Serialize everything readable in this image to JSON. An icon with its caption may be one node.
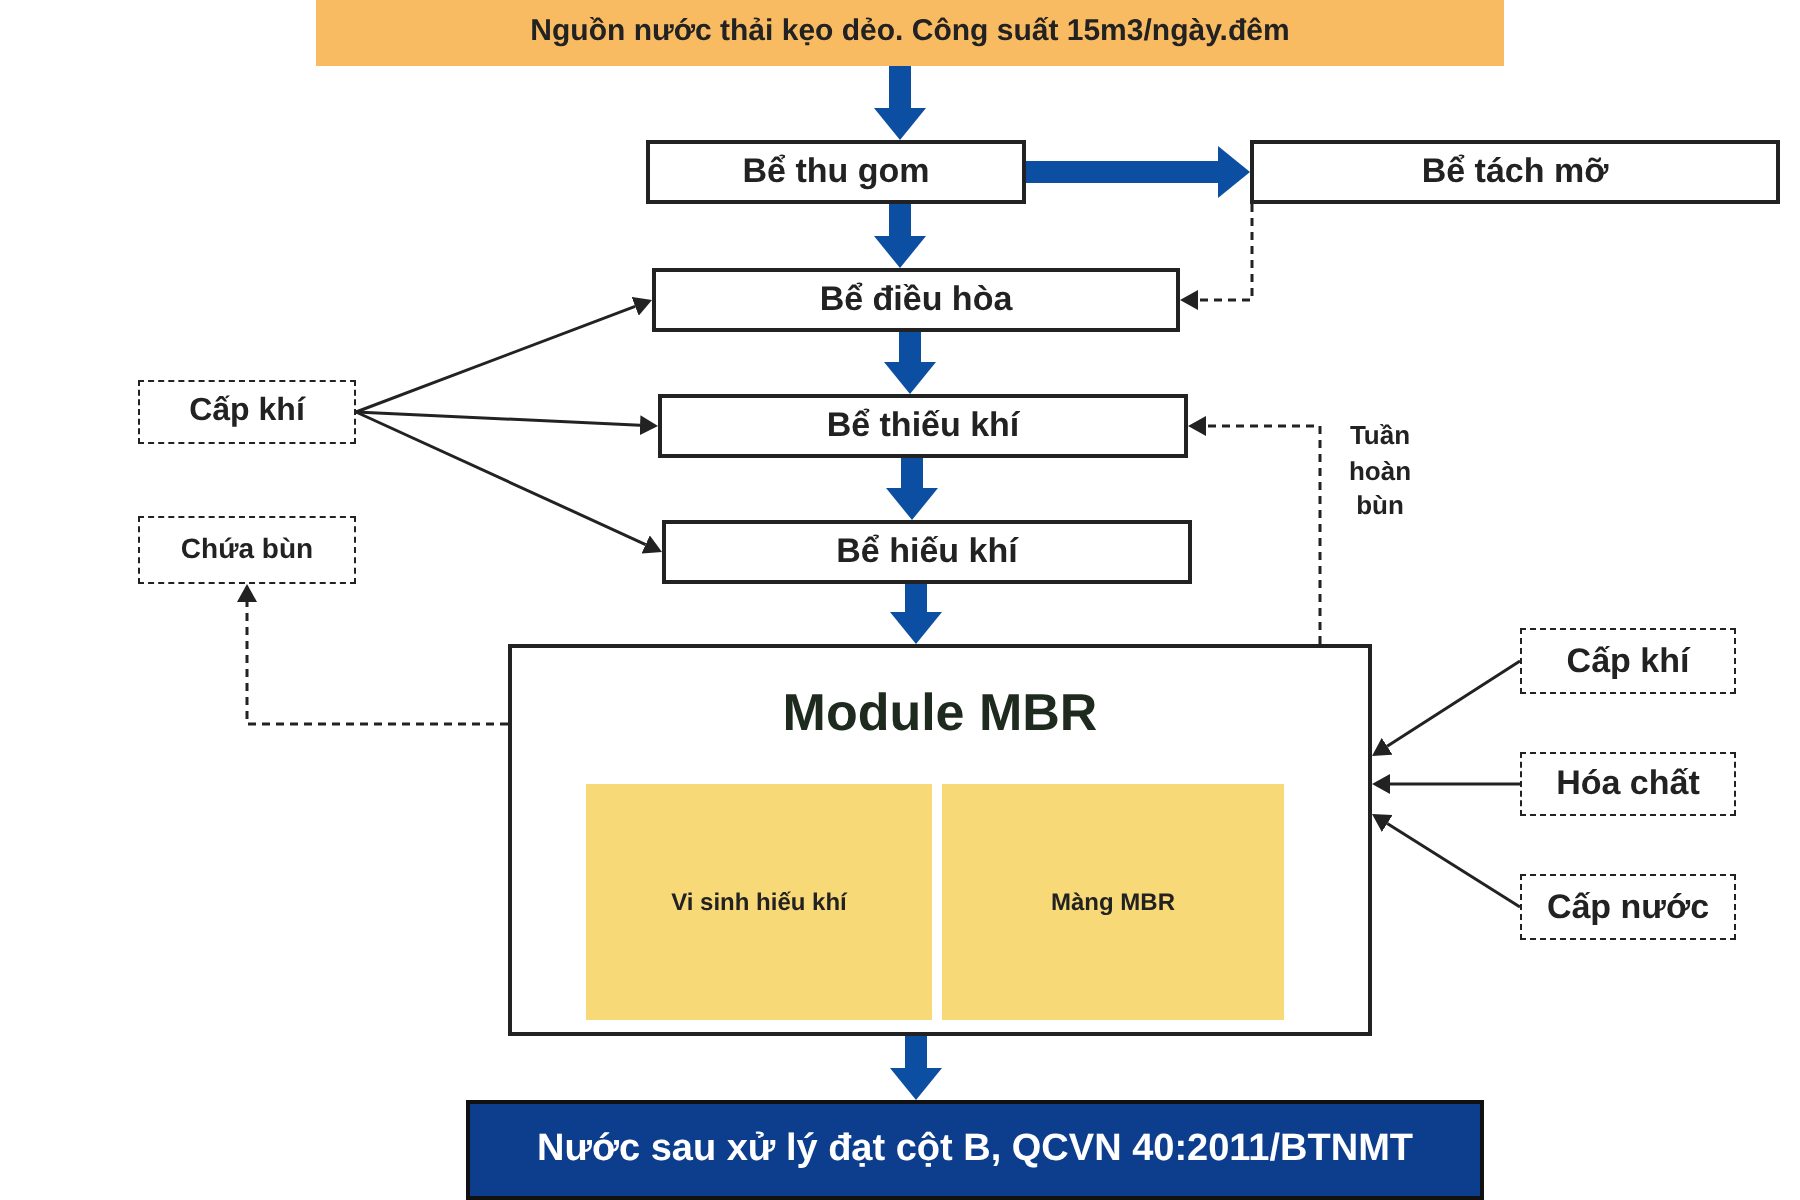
{
  "diagram": {
    "nodes": [
      {
        "text": [
          "Nguồn nước thải kẹo dẻo. Công suất 15m3/ngày.đêm"
        ]
      },
      {
        "text": [
          "Bể thu gom"
        ]
      },
      {
        "text": [
          "Bể tách mỡ"
        ]
      },
      {
        "text": [
          "Bể điều hòa"
        ]
      },
      {
        "text": [
          "Bể thiếu khí"
        ]
      },
      {
        "text": [
          "Bể hiếu khí"
        ]
      },
      {
        "text": [
          "Cấp khí"
        ]
      },
      {
        "text": [
          "Chứa bùn"
        ]
      },
      {
        "text": [
          "Module MBR"
        ]
      },
      {
        "text": [
          "Vi sinh hiếu khí"
        ],
        "in": 8
      },
      {
        "text": [
          "Màng MBR"
        ],
        "in": 8
      },
      {
        "text": [
          "Cấp khí"
        ]
      },
      {
        "text": [
          "Hóa chất"
        ]
      },
      {
        "text": [
          "Cấp nước"
        ]
      },
      {
        "text": [
          "Nước sau xử lý đạt cột  B, QCVN 40:2011/BTNMT"
        ]
      }
    ],
    "edges": [
      {
        "from": 0,
        "to": 1,
        "arrow": "to",
        "style": "thick",
        "color": "#0b4ea2"
      },
      {
        "from": 1,
        "to": 2,
        "arrow": "to",
        "style": "thick",
        "color": "#0b4ea2"
      },
      {
        "from": 2,
        "to": 3,
        "arrow": "to",
        "style": "dashed"
      },
      {
        "from": 1,
        "to": 3,
        "arrow": "to",
        "style": "thick",
        "color": "#0b4ea2"
      },
      {
        "from": 3,
        "to": 4,
        "arrow": "to",
        "style": "thick",
        "color": "#0b4ea2"
      },
      {
        "from": 4,
        "to": 5,
        "arrow": "to",
        "style": "thick",
        "color": "#0b4ea2"
      },
      {
        "from": 5,
        "to": 8,
        "arrow": "to",
        "style": "thick",
        "color": "#0b4ea2"
      },
      {
        "from": 6,
        "to": 3,
        "arrow": "to"
      },
      {
        "from": 6,
        "to": 4,
        "arrow": "to"
      },
      {
        "from": 6,
        "to": 5,
        "arrow": "to"
      },
      {
        "from": 8,
        "to": 4,
        "arrow": "to",
        "style": "dashed",
        "label": "Tuần hoàn bùn"
      },
      {
        "from": 8,
        "to": 7,
        "arrow": "to",
        "style": "dashed"
      },
      {
        "from": 11,
        "to": 8,
        "arrow": "to"
      },
      {
        "from": 12,
        "to": 8,
        "arrow": "to"
      },
      {
        "from": 13,
        "to": 8,
        "arrow": "to"
      },
      {
        "from": 8,
        "to": 14,
        "arrow": "to",
        "style": "thick",
        "color": "#0b4ea2"
      }
    ]
  }
}
